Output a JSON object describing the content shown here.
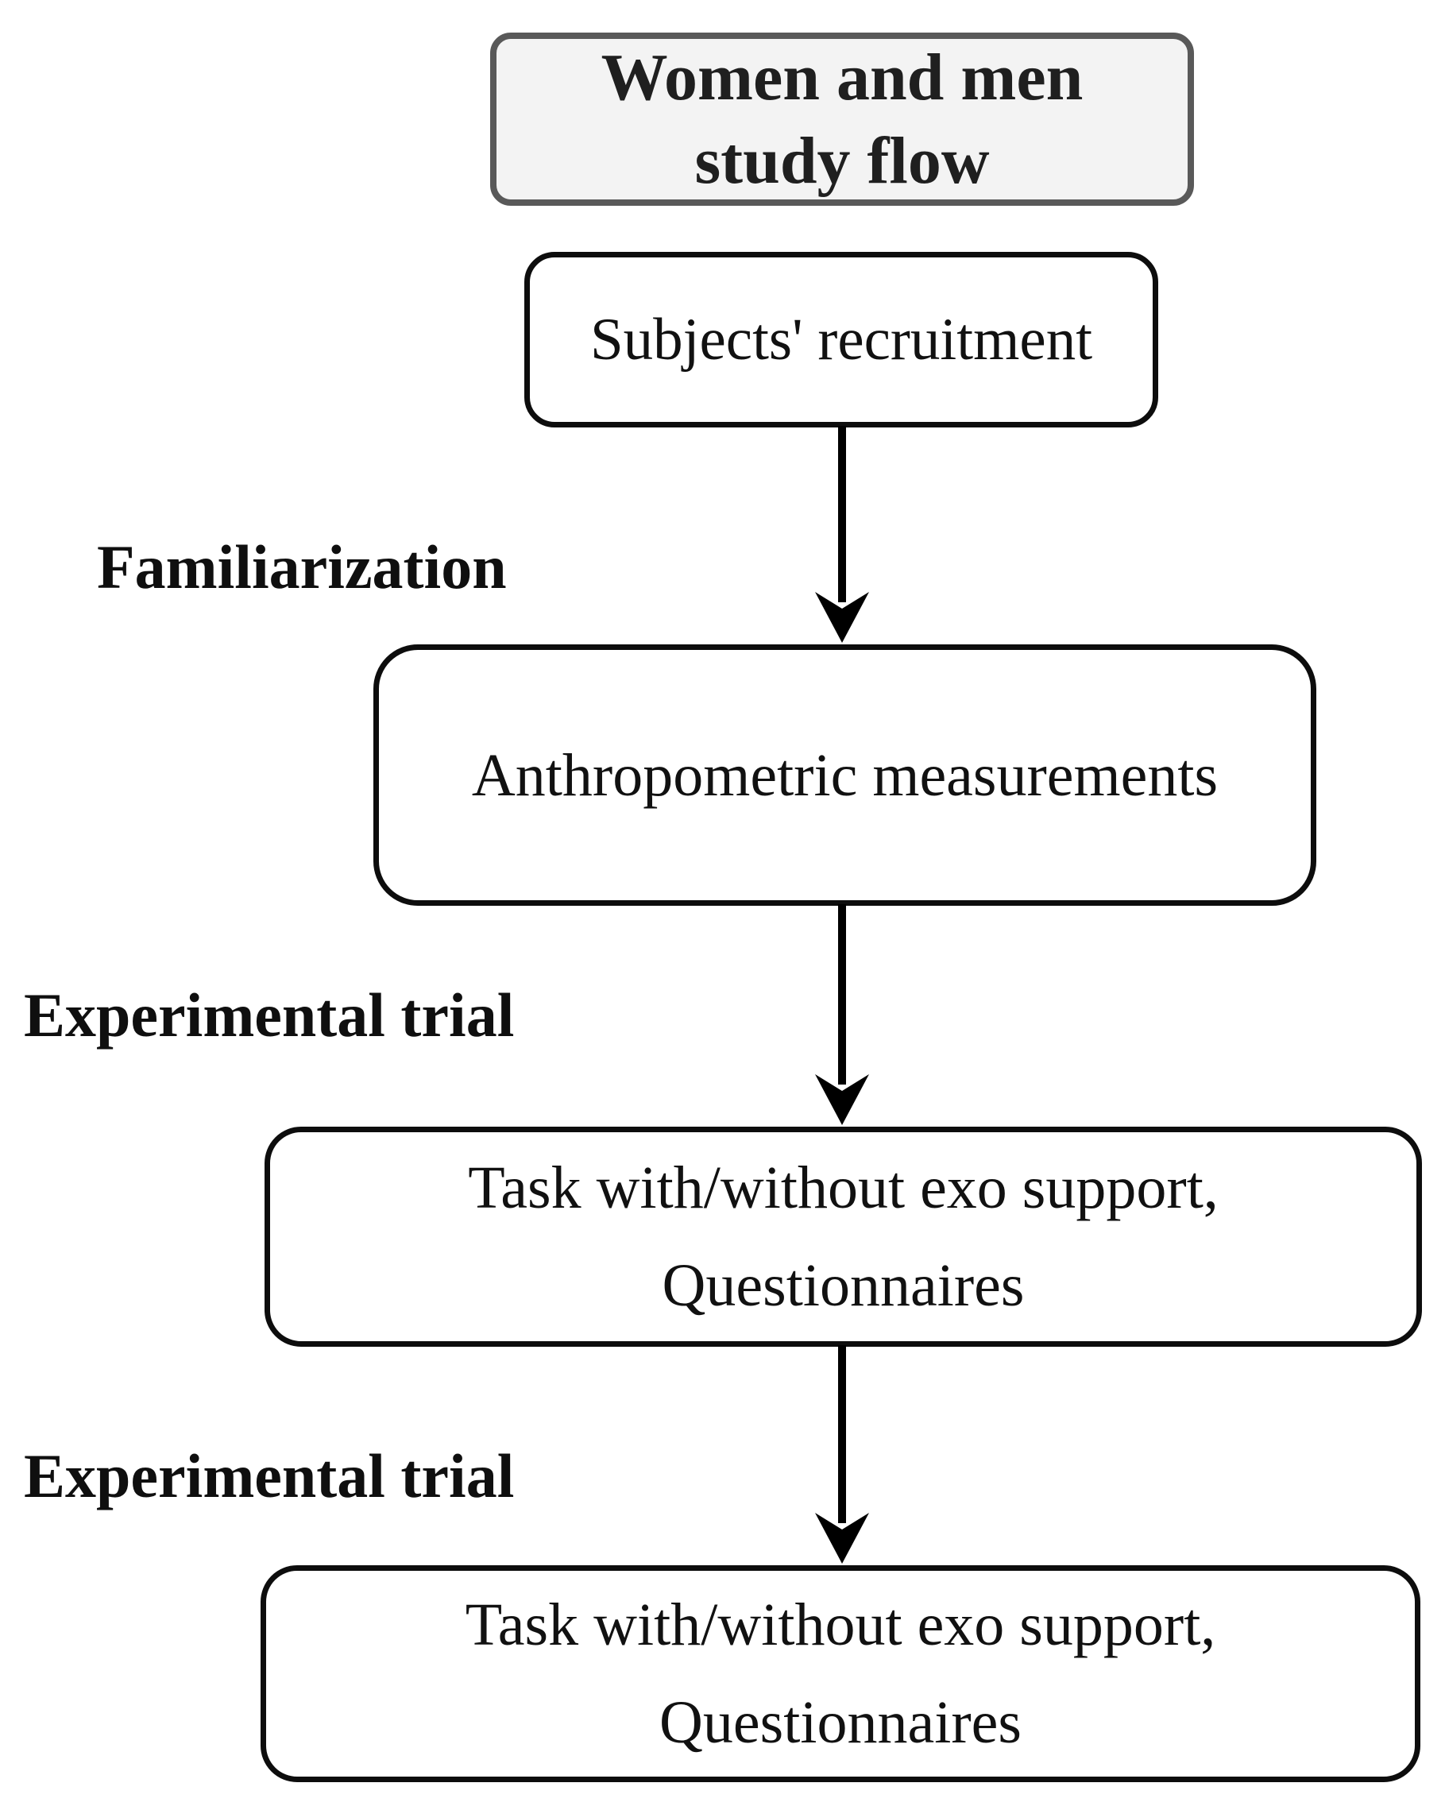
{
  "diagram": {
    "title": {
      "line1": "Women and men",
      "line2": "study flow"
    },
    "nodes": [
      {
        "id": "subjects-recruitment",
        "label": "Subjects' recruitment"
      },
      {
        "id": "anthropometric-measurements",
        "label": "Anthropometric measurements"
      },
      {
        "id": "experimental-task-1",
        "line1": "Task with/without exo support,",
        "line2": "Questionnaires"
      },
      {
        "id": "experimental-task-2",
        "line1": "Task with/without exo support,",
        "line2": "Questionnaires"
      }
    ],
    "stages": [
      {
        "label": "Familiarization"
      },
      {
        "label": "Experimental trial"
      },
      {
        "label": "Experimental trial"
      }
    ],
    "connectors": [
      {
        "from": "subjects-recruitment",
        "to": "anthropometric-measurements",
        "direction": "down"
      },
      {
        "from": "anthropometric-measurements",
        "to": "experimental-task-1",
        "direction": "down"
      },
      {
        "from": "experimental-task-1",
        "to": "experimental-task-2",
        "direction": "down"
      }
    ],
    "colors": {
      "title_fill": "#f3f3f3",
      "title_border": "#595959",
      "node_fill": "#ffffff",
      "node_border": "#0d0d0d",
      "arrow": "#000000",
      "text": "#111111"
    }
  }
}
